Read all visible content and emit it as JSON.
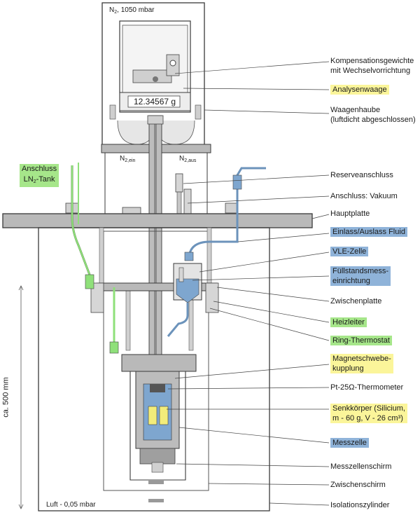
{
  "top_pressure": {
    "text": "N",
    "sub": "2",
    "rest": ", 1050 mbar"
  },
  "balance_display": "12.34567 g",
  "n2_in": {
    "text": "N",
    "sub": "2,ein"
  },
  "n2_out": {
    "text": "N",
    "sub": "2,aus"
  },
  "ln2_label": {
    "line1": "Anschluss",
    "line2_text": "LN",
    "line2_sub": "2",
    "line2_rest": "-Tank"
  },
  "dimension": "ca. 500 mm",
  "bottom_pressure": "Luft - 0,05 mbar",
  "labels": [
    {
      "line1": "Kompensationsgewichte",
      "line2": "mit Wechselvorrichtung",
      "hl": "none"
    },
    {
      "line1": "Analysenwaage",
      "line2": "",
      "hl": "yellow"
    },
    {
      "line1": "Waagenhaube",
      "line2": "(luftdicht abgeschlossen)",
      "hl": "none"
    },
    {
      "line1": "Reserveanschluss",
      "line2": "",
      "hl": "none"
    },
    {
      "line1": "Anschluss: Vakuum",
      "line2": "",
      "hl": "none"
    },
    {
      "line1": "Hauptplatte",
      "line2": "",
      "hl": "none"
    },
    {
      "line1": "Einlass/Auslass Fluid",
      "line2": "",
      "hl": "blue"
    },
    {
      "line1": "VLE-Zelle",
      "line2": "",
      "hl": "blue"
    },
    {
      "line1": "Füllstandsmess-",
      "line2": "einrichtung",
      "hl": "blue"
    },
    {
      "line1": "Zwischenplatte",
      "line2": "",
      "hl": "none"
    },
    {
      "line1": "Heizleiter",
      "line2": "",
      "hl": "green"
    },
    {
      "line1": "Ring-Thermostat",
      "line2": "",
      "hl": "green"
    },
    {
      "line1": "Magnetschwebe-",
      "line2": "kupplung",
      "hl": "yellow"
    },
    {
      "line1": "Pt-25Ω-Thermometer",
      "line2": "",
      "hl": "none"
    },
    {
      "line1": "Senkkörper (Silicium,",
      "line2": "m - 60 g, V - 26 cm³)",
      "hl": "yellow"
    },
    {
      "line1": "Messzelle",
      "line2": "",
      "hl": "blue"
    },
    {
      "line1": "Messzellenschirm",
      "line2": "",
      "hl": "none"
    },
    {
      "line1": "Zwischenschirm",
      "line2": "",
      "hl": "none"
    },
    {
      "line1": "Isolationszylinder",
      "line2": "",
      "hl": "none"
    }
  ],
  "colors": {
    "outline": "#3a3a3a",
    "steel": "#b9b9b9",
    "steel_light": "#d9d9d9",
    "fluid_blue": "#7ea6cf",
    "green": "#8fe07a",
    "yellow_hl": "#fbf59a",
    "blue_hl": "#8fb3d9",
    "green_hl": "#a6e68a"
  }
}
